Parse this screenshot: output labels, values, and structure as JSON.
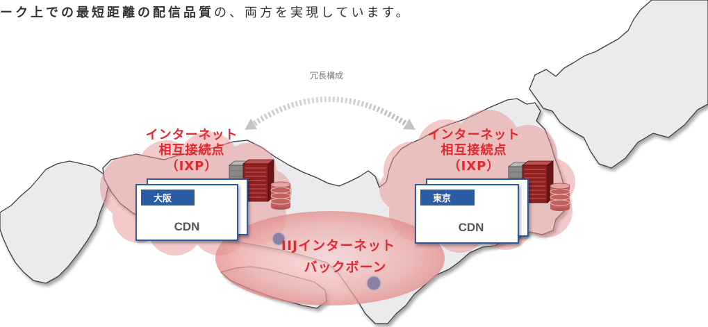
{
  "intro": {
    "bold": "ーク上での最短距離の配信品質",
    "rest": "の、両方を実現しています。"
  },
  "redundancy_label": "冗長構成",
  "ixp_left": {
    "line1": "インターネット",
    "line2": "相互接続点",
    "line3": "（IXP）"
  },
  "ixp_right": {
    "line1": "インターネット",
    "line2": "相互接続点",
    "line3": "（IXP）"
  },
  "cdn_osaka": {
    "city": "大阪",
    "label": "CDN"
  },
  "cdn_tokyo": {
    "city": "東京",
    "label": "CDN"
  },
  "backbone": {
    "line1": "IIJインターネット",
    "line2": "バックボーン"
  },
  "icons": {
    "ixp_equipment": "server-storage-icon",
    "redundancy_arrow": "double-arrow-icon",
    "backbone_node": "node-dot-icon"
  },
  "colors": {
    "accent_red": "#e4262e",
    "cdn_blue": "#2b5ca3",
    "cloud_pink": "#e89595",
    "node_purple": "#8c80a0"
  }
}
